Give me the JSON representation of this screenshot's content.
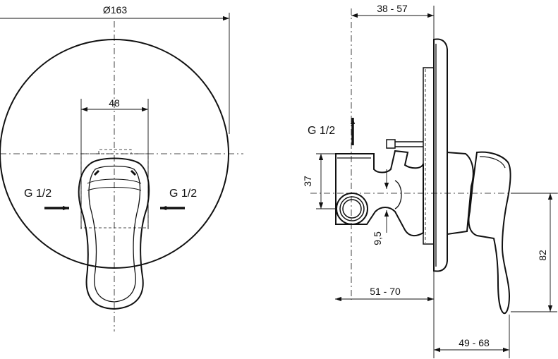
{
  "front_view": {
    "diameter_label": "Ø163",
    "width_label": "48",
    "inlet_left_label": "G 1/2",
    "inlet_right_label": "G 1/2"
  },
  "side_view": {
    "depth_top_label": "38 - 57",
    "outlet_label": "G 1/2",
    "height_label": "37",
    "offset_label": "9,5",
    "depth_mid_label": "51 - 70",
    "lever_height_label": "82",
    "depth_bottom_label": "49 - 68"
  },
  "colors": {
    "line": "#111111",
    "background": "#ffffff"
  }
}
